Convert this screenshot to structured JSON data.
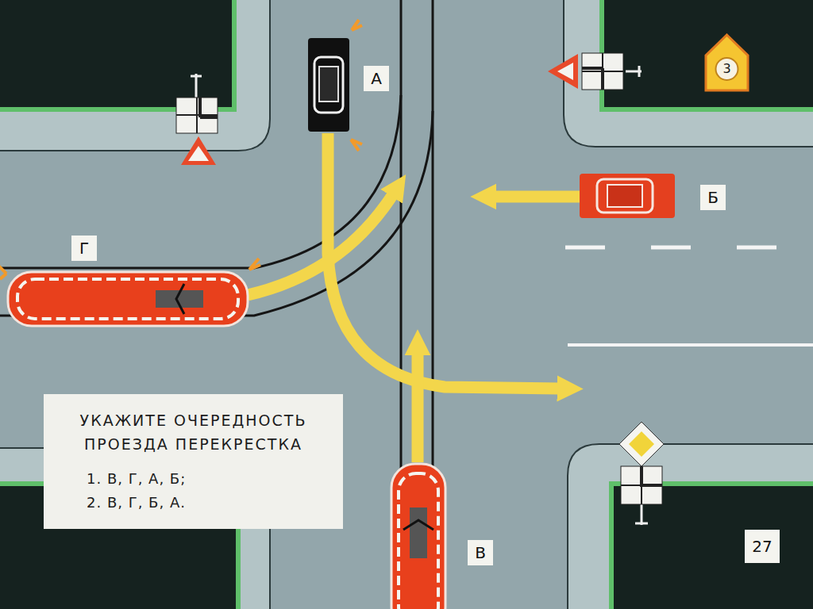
{
  "diagram": {
    "nodes": [
      {
        "text": [
          "А"
        ]
      },
      {
        "text": [
          "3"
        ]
      },
      {
        "text": [
          "Б"
        ]
      },
      {
        "text": [
          "Г"
        ]
      },
      {
        "text": [
          "УКАЖИТЕ ОЧЕРЕДНОСТЬ ПРОЕЗДА ПЕРЕКРЕСТКА",
          "1. В, Г, А, Б;",
          "2. В, Г, Б, А."
        ]
      },
      {
        "text": [
          "В"
        ]
      },
      {
        "text": [
          "27"
        ]
      }
    ]
  }
}
